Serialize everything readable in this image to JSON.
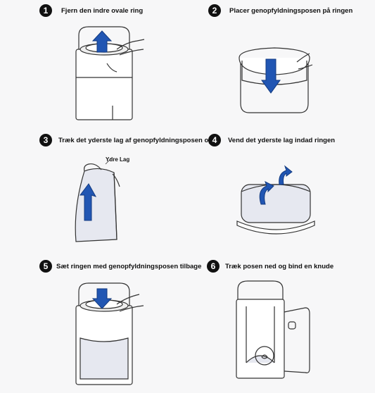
{
  "steps": [
    {
      "number": "1",
      "caption": "Fjern den indre ovale ring"
    },
    {
      "number": "2",
      "caption": "Placer genopfyldningsposen på ringen"
    },
    {
      "number": "3",
      "caption": "Træk det yderste lag af genopfyldningsposen op"
    },
    {
      "number": "4",
      "caption": "Vend det yderste lag indad ringen"
    },
    {
      "number": "5",
      "caption": "Sæt ringen med genopfyldningsposen tilbage"
    },
    {
      "number": "6",
      "caption": "Træk posen ned og bind en knude"
    }
  ],
  "annotations": {
    "outer_layer": "Ydre Lag"
  },
  "colors": {
    "arrow": "#2156b3",
    "outline": "#333333",
    "bag_fill": "#e6e8f0"
  }
}
